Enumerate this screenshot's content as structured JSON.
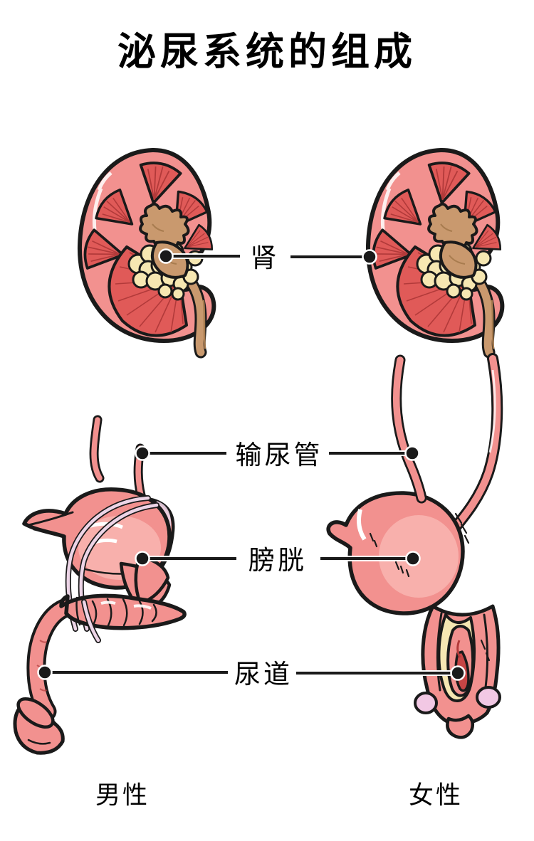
{
  "title": "泌尿系统的组成",
  "labels": {
    "kidney": "肾",
    "ureter": "输尿管",
    "bladder": "膀胱",
    "urethra": "尿道"
  },
  "captions": {
    "male": "男性",
    "female": "女性"
  },
  "colors": {
    "background": "#FFFFFF",
    "outline": "#1A1A1A",
    "text": "#000000",
    "body_pink": "#F2918F",
    "body_pink_light": "#F8B0AC",
    "pyramid_red": "#E05A58",
    "pyramid_stria": "#B23A3A",
    "pelvis_tan": "#C9996E",
    "pelvis_tan_dark": "#A87C4F",
    "fat_cream": "#F6E7B2",
    "vas_lavender": "#ECD4E6",
    "gland_pink": "#F2C8E4",
    "inner_red": "#C64545"
  }
}
